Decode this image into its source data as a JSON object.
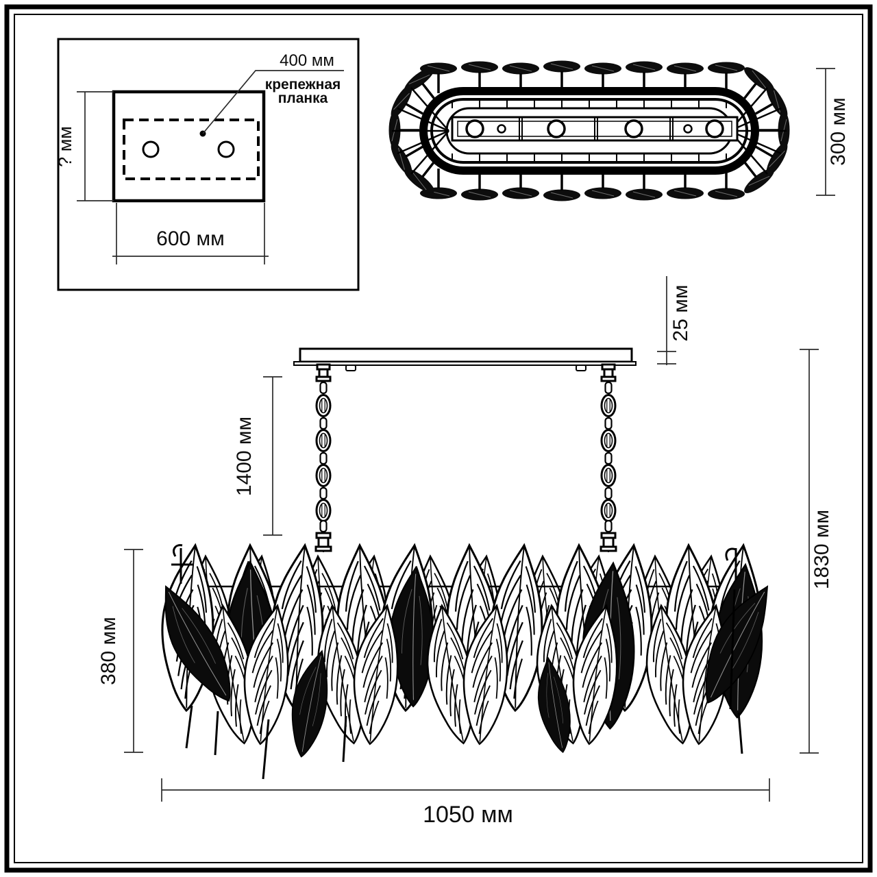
{
  "page": {
    "background": "#ffffff",
    "ink_color": "#000000",
    "dim_line_color": "#2b2b2b"
  },
  "mount_plate_panel": {
    "bar_length_label": "400 мм",
    "bar_caption_line1": "крепежная",
    "bar_caption_line2": "планка",
    "height_label": "? мм",
    "width_label": "600 мм"
  },
  "top_view": {
    "depth_label": "300 мм"
  },
  "front_view": {
    "canopy_thickness_label": "25 мм",
    "chain_length_label": "1400 мм",
    "shade_height_label": "380 мм",
    "total_height_label": "1830 мм",
    "width_label": "1050 мм"
  }
}
